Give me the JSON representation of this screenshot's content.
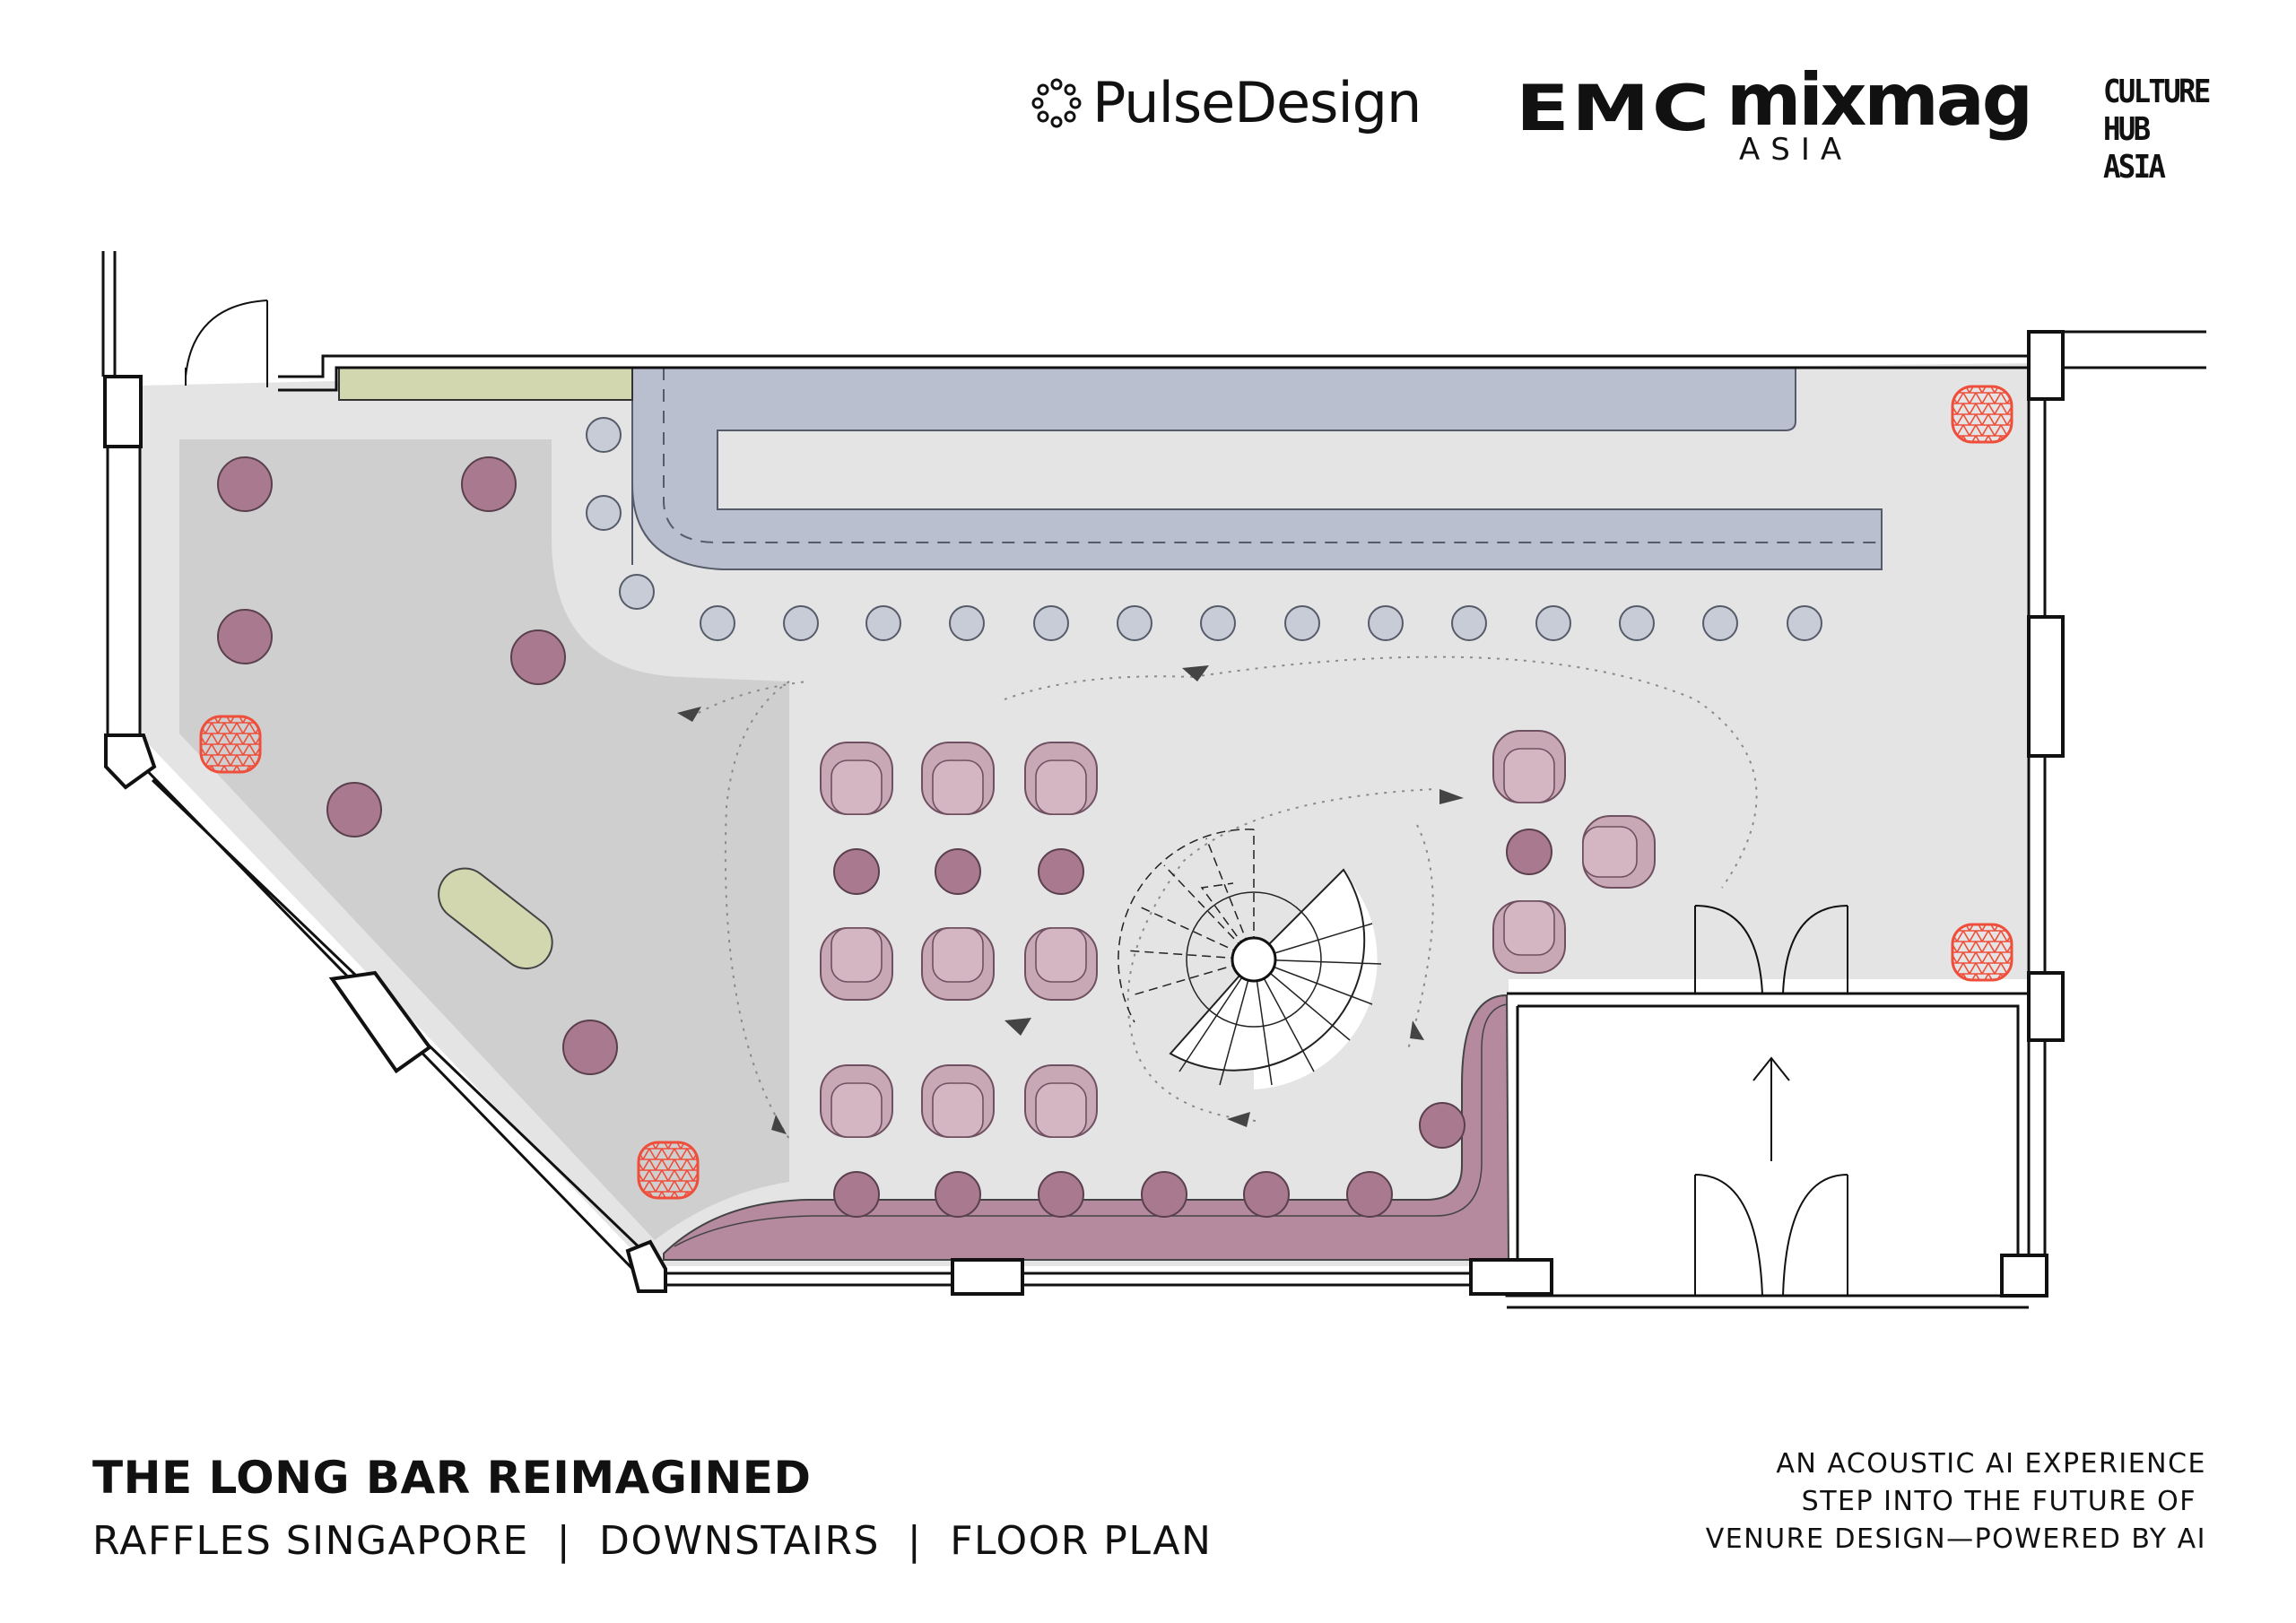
{
  "header": {
    "logos": [
      {
        "id": "pulse",
        "text": "PulseDesign",
        "icon": "dotted-ring-icon"
      },
      {
        "id": "emc",
        "text": "EMC"
      },
      {
        "id": "mixmag",
        "text": "mixmag",
        "subtext": "ASIA"
      },
      {
        "id": "culture",
        "lines": [
          "CULTURE",
          "HUB",
          "ASIA"
        ]
      }
    ]
  },
  "plan": {
    "title": "THE LONG BAR REIMAGINED",
    "subtitle": "RAFFLES SINGAPORE  |  DOWNSTAIRS  |  FLOOR PLAN"
  },
  "tagline": {
    "lines": [
      "AN ACOUSTIC AI EXPERIENCE",
      "STEP INTO THE FUTURE OF ",
      "VENURE DESIGN—POWERED BY AI"
    ]
  },
  "colors": {
    "floor": "#e4e4e4",
    "lounge": "#cfcfcf",
    "bar": "#b9bfcf",
    "stool": "#c8ccd6",
    "banquette": "#b58a9e",
    "chair": "#c9a8b5",
    "table": "#a97a8f",
    "sage": "#d2d7b0",
    "acoustic": "#ef4e3b",
    "wall": "#111111"
  }
}
